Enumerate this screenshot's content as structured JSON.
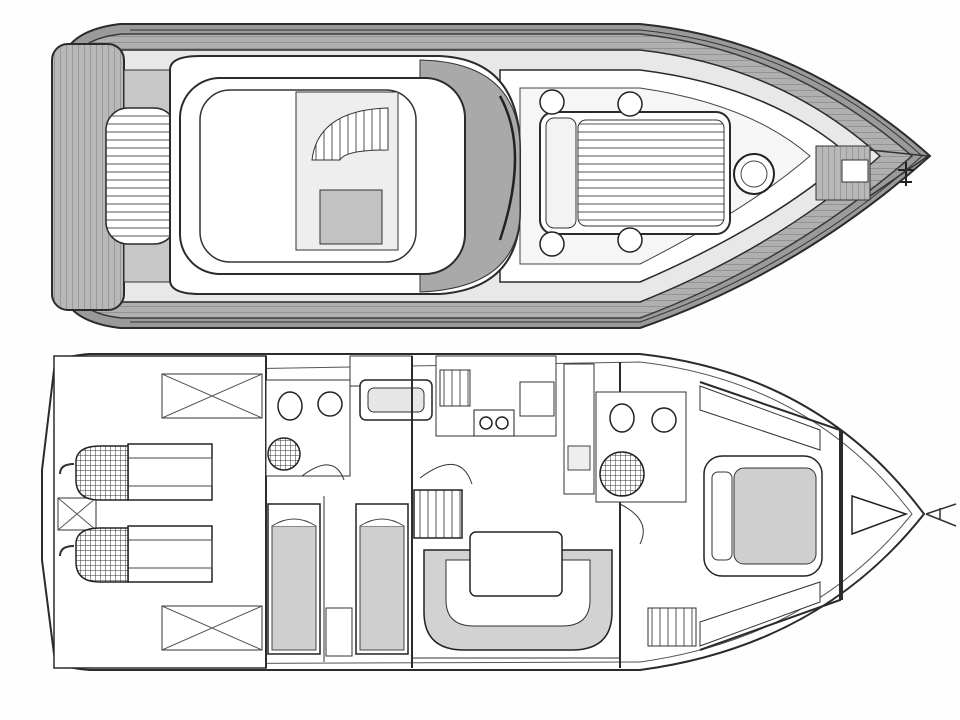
{
  "diagram": {
    "views": [
      {
        "id": "deck-plan",
        "kind": "top-deck-view"
      },
      {
        "id": "interior-plan",
        "kind": "interior-layout-view"
      }
    ]
  },
  "colors": {
    "background": "#fefefe",
    "line": "#2b2b2b",
    "hull_dark": "#8a8a8a",
    "hull_mid": "#b3b3b3",
    "hull_light": "#d4d4d4",
    "fill_white": "#ffffff",
    "cushion": "#c9c9c9"
  }
}
